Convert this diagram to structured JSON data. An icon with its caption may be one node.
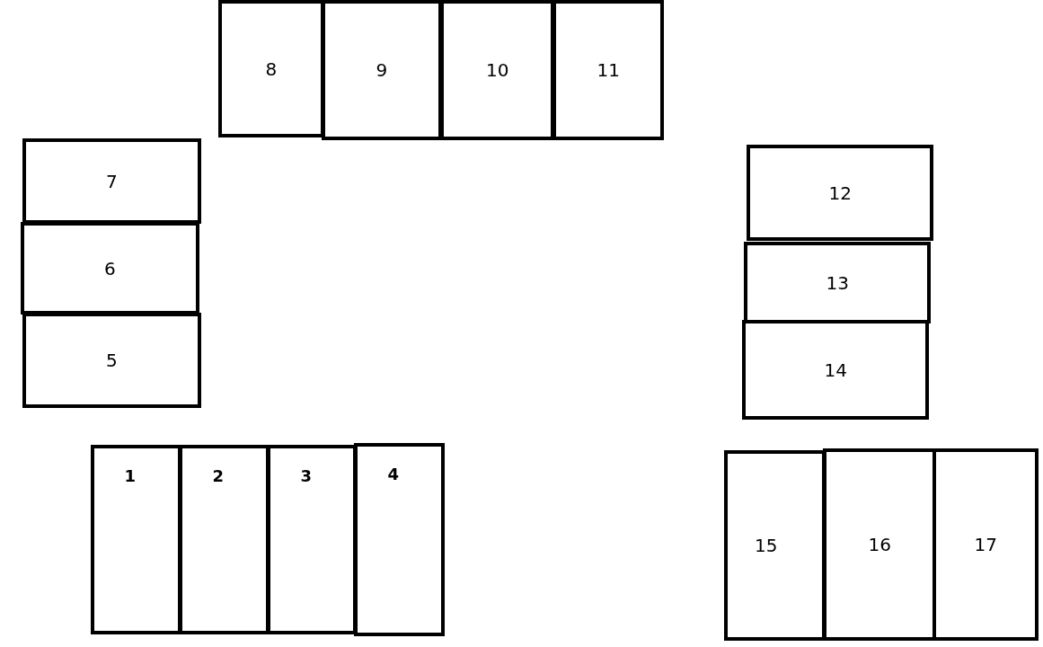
{
  "diagram": {
    "nodes": [
      {
        "text": [
          "8"
        ]
      },
      {
        "text": [
          "9"
        ]
      },
      {
        "text": [
          "10"
        ]
      },
      {
        "text": [
          "11"
        ]
      },
      {
        "text": [
          "7"
        ]
      },
      {
        "text": [
          "12"
        ]
      },
      {
        "text": [
          "6"
        ]
      },
      {
        "text": [
          "13"
        ]
      },
      {
        "text": [
          "5"
        ]
      },
      {
        "text": [
          "14"
        ]
      },
      {
        "text": [
          "1"
        ]
      },
      {
        "text": [
          "2"
        ]
      },
      {
        "text": [
          "3"
        ]
      },
      {
        "text": [
          "4"
        ]
      },
      {
        "text": [
          "15"
        ]
      },
      {
        "text": [
          "16"
        ]
      },
      {
        "text": [
          "17"
        ]
      }
    ]
  }
}
